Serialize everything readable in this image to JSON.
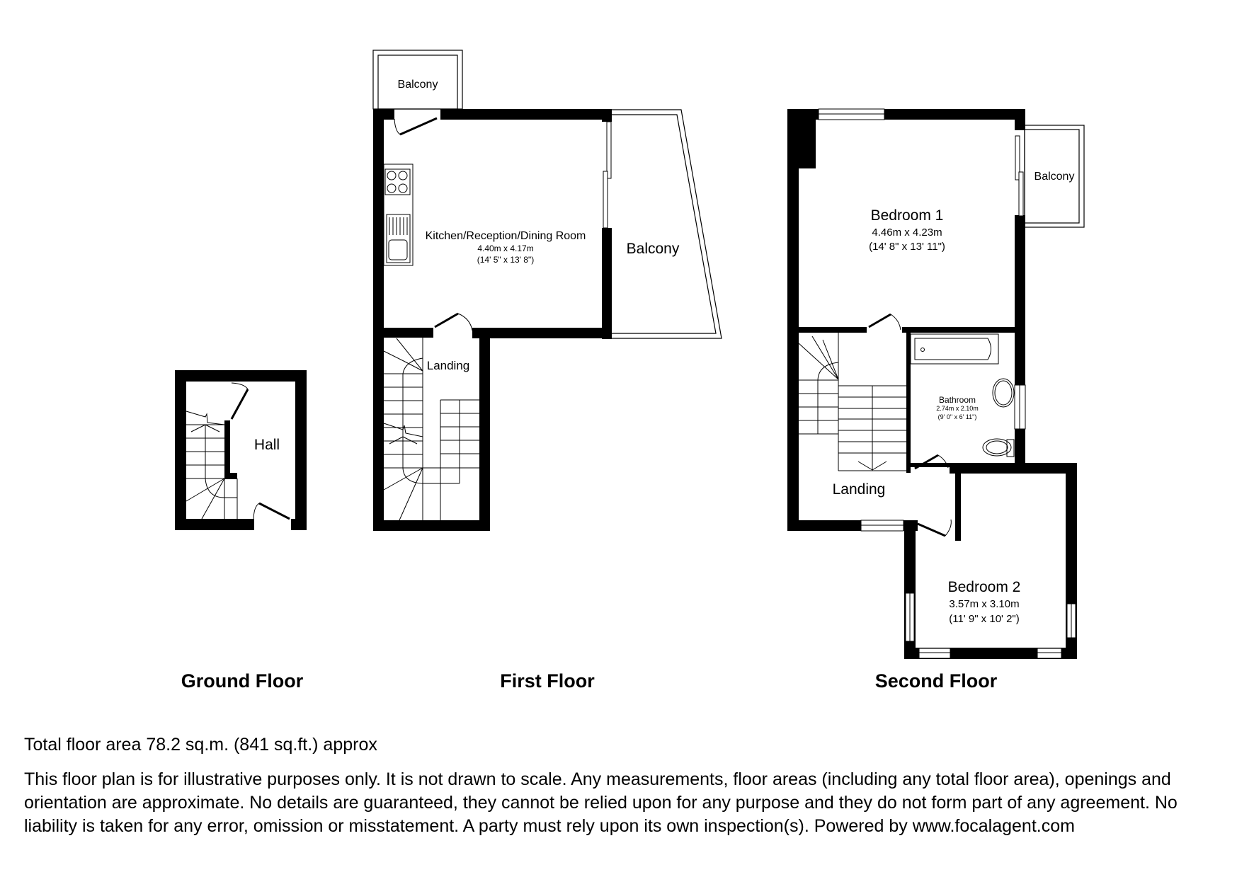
{
  "floors": [
    {
      "title": "Ground Floor",
      "rooms": [
        {
          "name": "Hall"
        }
      ]
    },
    {
      "title": "First Floor",
      "rooms": [
        {
          "name": "Kitchen/Reception/Dining Room",
          "metric": "4.40m x 4.17m",
          "imperial": "(14' 5\" x 13' 8\")"
        },
        {
          "name": "Landing"
        },
        {
          "name": "Balcony"
        },
        {
          "name": "Balcony"
        }
      ]
    },
    {
      "title": "Second Floor",
      "rooms": [
        {
          "name": "Bedroom 1",
          "metric": "4.46m x 4.23m",
          "imperial": "(14' 8\" x 13' 11\")"
        },
        {
          "name": "Balcony"
        },
        {
          "name": "Bathroom",
          "metric": "2.74m x 2.10m",
          "imperial": "(9' 0\" x 6' 11\")"
        },
        {
          "name": "Landing"
        },
        {
          "name": "Bedroom 2",
          "metric": "3.57m x 3.10m",
          "imperial": "(11' 9\" x 10' 2\")"
        }
      ]
    }
  ],
  "footer": {
    "total_area": "Total floor area 78.2 sq.m. (841 sq.ft.) approx",
    "disclaimer": "This floor plan is for illustrative purposes only. It is not drawn to scale. Any measurements, floor areas (including any total floor area), openings and orientation are approximate. No details are guaranteed, they cannot be relied upon for any purpose and they do not form part of any agreement. No liability is taken for any error, omission or misstatement. A party must rely upon its own inspection(s). Powered by www.focalagent.com"
  }
}
